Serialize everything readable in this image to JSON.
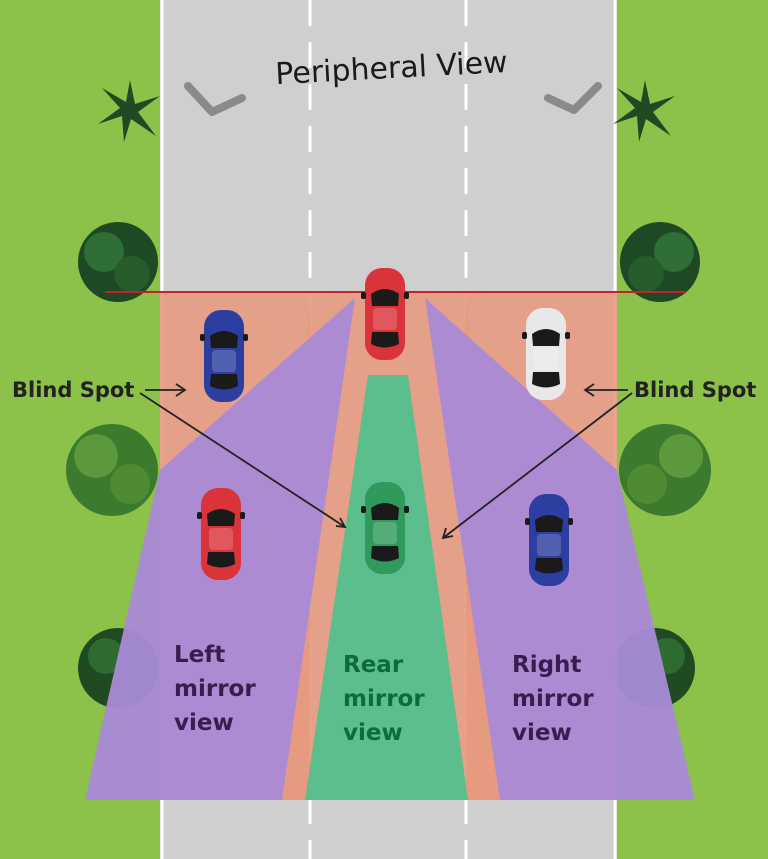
{
  "title": "Peripheral View",
  "labels": {
    "blind_spot_left": "Blind Spot",
    "blind_spot_right": "Blind Spot",
    "left_mirror": [
      "Left",
      "mirror",
      "view"
    ],
    "rear_mirror": [
      "Rear",
      "mirror",
      "view"
    ],
    "right_mirror": [
      "Right",
      "mirror",
      "view"
    ]
  },
  "colors": {
    "grass": "#8cc24a",
    "road": "#cfcfcf",
    "blind_zone": "#e59a80",
    "mirror_zone": "#a98ad6",
    "rear_zone": "#54c08d",
    "subject_car": "#d9343a",
    "car_blue": "#2c3ea0",
    "car_white": "#e8e8e8",
    "car_red": "#d9343a",
    "car_green": "#2f9a5c"
  },
  "icons": {
    "peripheral_arrows": "curved-arrow-icon",
    "trees": "tree-icon",
    "cars": "car-icon"
  }
}
